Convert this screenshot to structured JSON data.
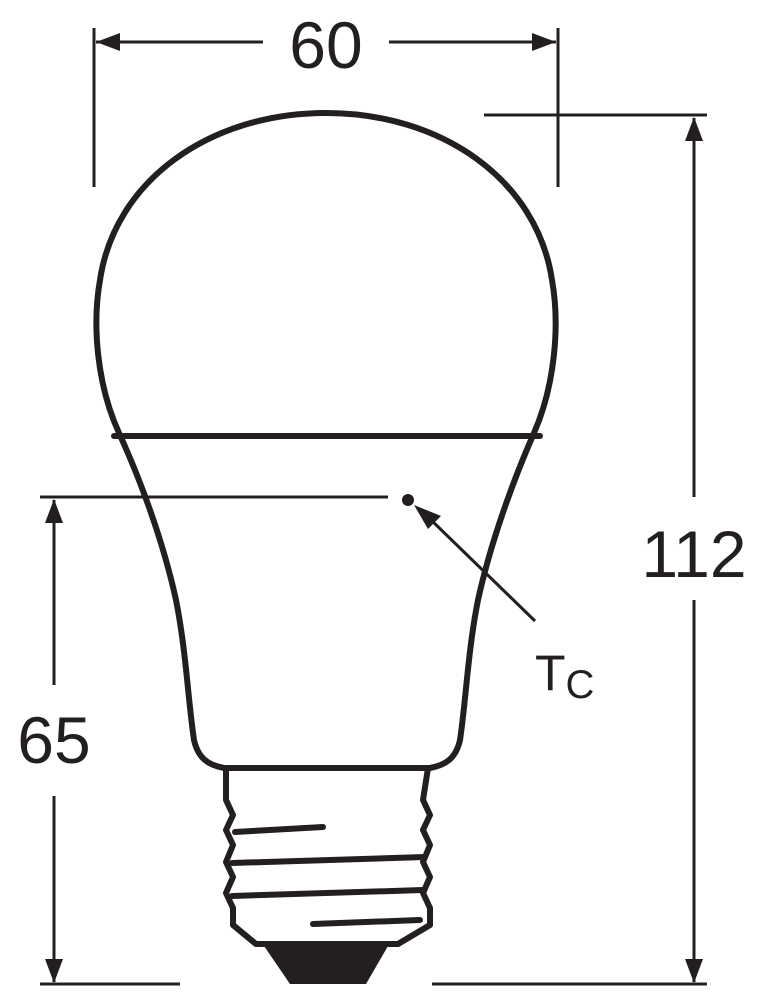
{
  "drawing": {
    "subject": "A60 LED bulb with E27 base",
    "units": "mm",
    "line_color": "#231f20",
    "background": "#ffffff"
  },
  "dimensions": {
    "width": {
      "label": "60",
      "value": 60,
      "orientation": "horizontal"
    },
    "overall_height": {
      "label": "112",
      "value": 112,
      "orientation": "vertical"
    },
    "tc_height": {
      "label": "65",
      "value": 65,
      "orientation": "vertical"
    }
  },
  "annotations": {
    "tc_point": {
      "main": "T",
      "sub": "C",
      "meaning": "case temperature measurement point"
    }
  },
  "icons": {
    "arrowhead": "arrowhead-icon",
    "measure_point": "dot-icon"
  }
}
